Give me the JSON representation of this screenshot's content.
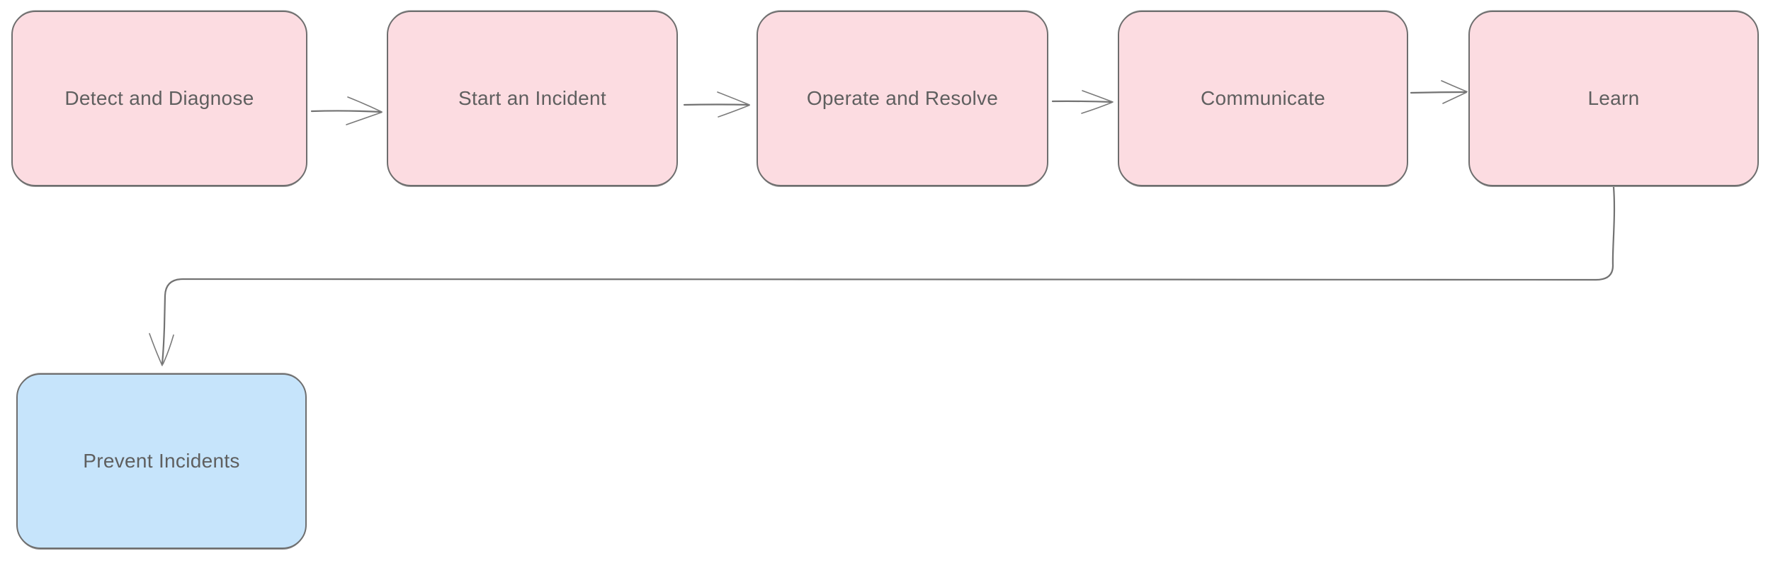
{
  "diagram": {
    "type": "flowchart",
    "style": "hand-drawn",
    "background_color": "#ffffff",
    "stroke_color": "#6e6e6e",
    "text_color": "#5f5f5f",
    "node_fill_pink": "#fcdce1",
    "node_fill_blue": "#c6e4fb",
    "nodes": [
      {
        "id": "detect-and-diagnose",
        "label": "Detect and Diagnose",
        "fill": "#fcdce1",
        "row": "top"
      },
      {
        "id": "start-an-incident",
        "label": "Start an Incident",
        "fill": "#fcdce1",
        "row": "top"
      },
      {
        "id": "operate-and-resolve",
        "label": "Operate and Resolve",
        "fill": "#fcdce1",
        "row": "top"
      },
      {
        "id": "communicate",
        "label": "Communicate",
        "fill": "#fcdce1",
        "row": "top"
      },
      {
        "id": "learn",
        "label": "Learn",
        "fill": "#fcdce1",
        "row": "top"
      },
      {
        "id": "prevent-incidents",
        "label": "Prevent Incidents",
        "fill": "#c6e4fb",
        "row": "bottom"
      }
    ],
    "edges": [
      {
        "from": "Detect and Diagnose",
        "to": "Start an Incident",
        "arrowhead": "open"
      },
      {
        "from": "Start an Incident",
        "to": "Operate and Resolve",
        "arrowhead": "open"
      },
      {
        "from": "Operate and Resolve",
        "to": "Communicate",
        "arrowhead": "open"
      },
      {
        "from": "Communicate",
        "to": "Learn",
        "arrowhead": "open"
      },
      {
        "from": "Learn",
        "to": "Prevent Incidents",
        "arrowhead": "open",
        "routing": "down-left-down"
      }
    ]
  }
}
